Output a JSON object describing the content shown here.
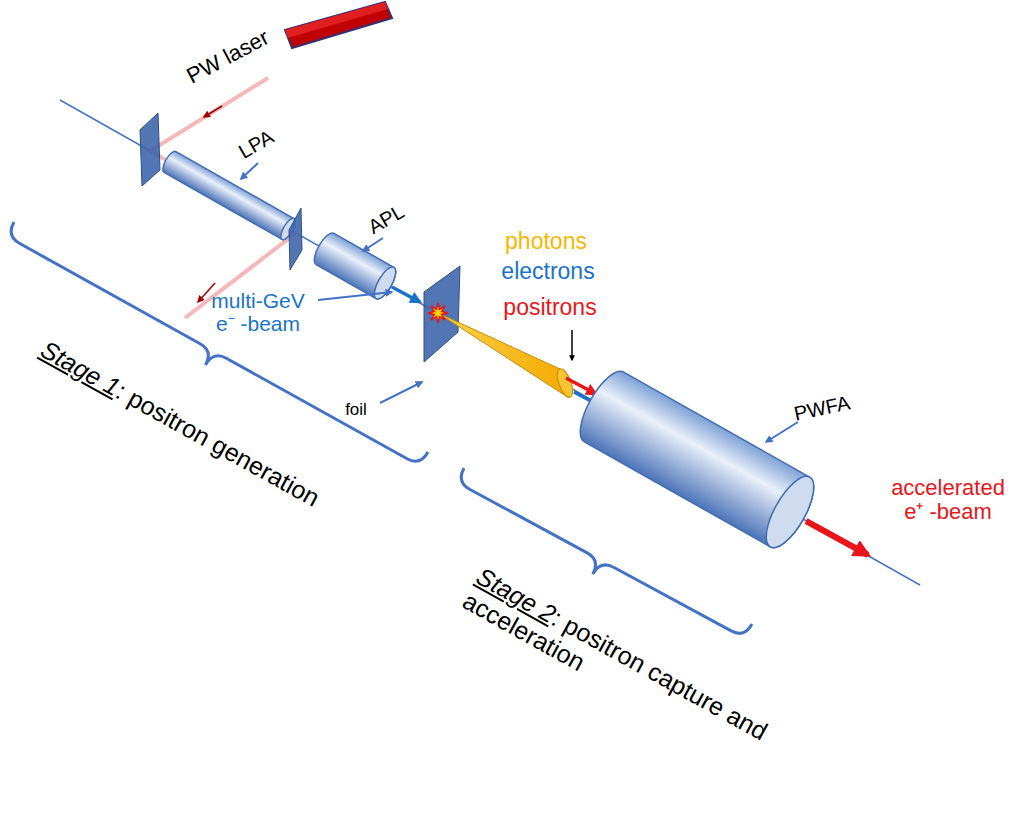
{
  "diagram": {
    "labels": [
      "PW laser",
      "LPA",
      "APL",
      "photons",
      "electrons",
      "positrons",
      "multi-GeV e⁻ -beam",
      "foil",
      "PWFA",
      "accelerated e⁺ -beam",
      "Stage 1",
      ": positron generation",
      "Stage 2",
      ": positron capture and acceleration"
    ]
  }
}
